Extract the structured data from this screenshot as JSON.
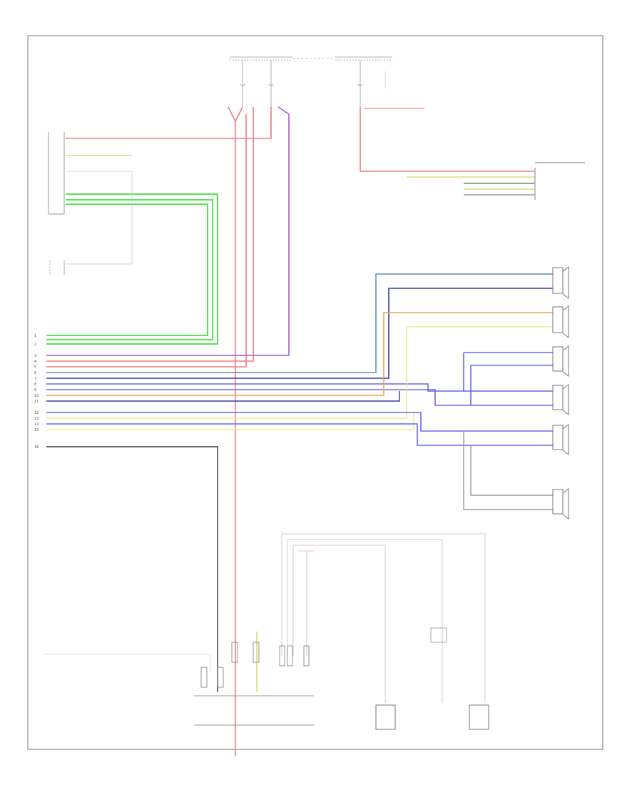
{
  "diagram": {
    "footer_code": "",
    "colors": {
      "red": "#f07a80",
      "pink": "#f2a6ad",
      "green": "#3ee23e",
      "purple": "#a25ad0",
      "blue": "#6a66ee",
      "blue_dark": "#3b3a9c",
      "steel": "#5f8fb5",
      "orange": "#f2a24e",
      "yellow": "#ecec8a",
      "gray": "#888888",
      "dark": "#333333",
      "light": "#d8c8c8"
    },
    "left_terminals": [
      "1",
      "2",
      "3",
      "4",
      "5",
      "6",
      "7",
      "8",
      "9",
      "10",
      "11",
      "12",
      "13",
      "14",
      "15",
      "16"
    ],
    "components": [
      {
        "id": "fuse_block_left",
        "label": ""
      },
      {
        "id": "fuse_block_right",
        "label": ""
      },
      {
        "id": "radio_module",
        "label": ""
      },
      {
        "id": "right_rear_speaker",
        "label": ""
      },
      {
        "id": "left_rear_speaker",
        "label": ""
      },
      {
        "id": "left_front_tweeter",
        "label": ""
      },
      {
        "id": "left_front_door_speaker",
        "label": ""
      },
      {
        "id": "right_front_door_speaker",
        "label": ""
      },
      {
        "id": "right_front_tweeter",
        "label": ""
      },
      {
        "id": "audio_amplifier",
        "label": ""
      },
      {
        "id": "antenna_1",
        "label": ""
      },
      {
        "id": "antenna_2",
        "label": ""
      },
      {
        "id": "antenna_3",
        "label": ""
      }
    ]
  }
}
